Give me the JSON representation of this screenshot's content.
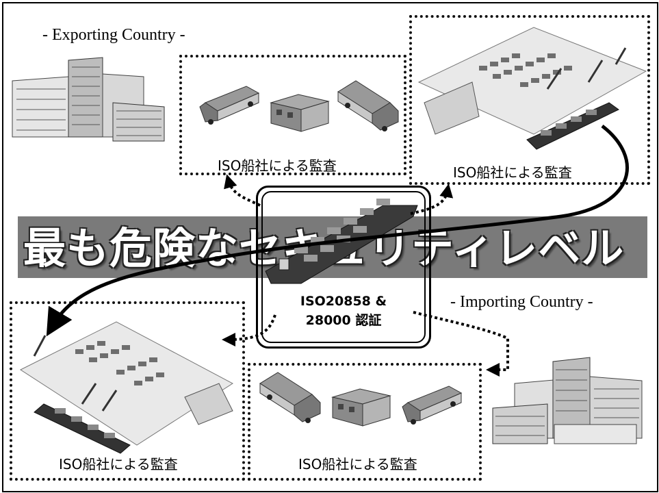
{
  "exporting_heading": "- Exporting Country -",
  "importing_heading": "- Importing Country -",
  "audit_labels": {
    "export_logistics": "ISO船社による監査",
    "export_port": "ISO船社による監査",
    "import_port": "ISO船社による監査",
    "import_logistics": "ISO船社による監査"
  },
  "banner_text": "最も危険なセキュリティレベル",
  "certification": {
    "line1": "ISO20858 &",
    "line2": "28000 認証"
  },
  "colors": {
    "banner": "#7a7a7a",
    "ink": "#111111"
  },
  "icons": [
    "office-buildings-icon",
    "truck-icon",
    "warehouse-icon",
    "port-icon",
    "container-ship-icon"
  ]
}
